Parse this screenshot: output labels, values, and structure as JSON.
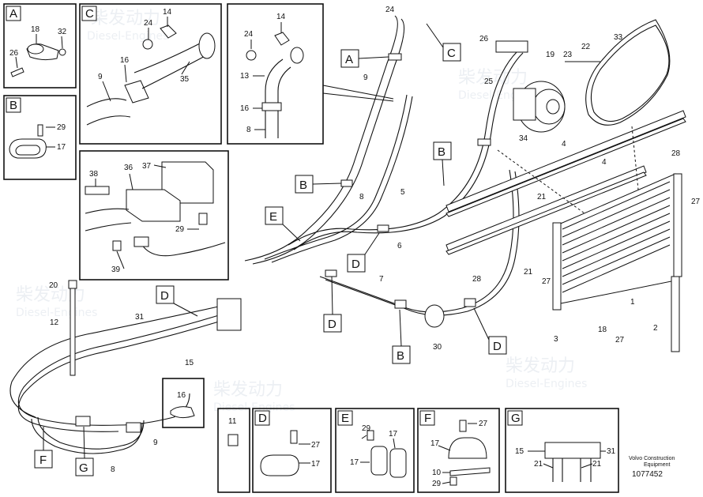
{
  "callouts": {
    "inset_a": "A",
    "inset_b": "B",
    "inset_c": "C",
    "inset_d": "D",
    "inset_e": "E",
    "inset_f": "F",
    "inset_g": "G",
    "main_a": "A",
    "main_c": "C",
    "main_b1": "B",
    "main_b2": "B",
    "main_b3": "B",
    "main_e": "E",
    "main_d1": "D",
    "main_d2": "D",
    "main_d3": "D",
    "main_d4": "D",
    "main_f": "F",
    "main_g": "G"
  },
  "part_numbers": {
    "a18": "18",
    "a32": "32",
    "a26": "26",
    "b29": "29",
    "b17": "17",
    "c14": "14",
    "c24": "24",
    "c16": "16",
    "c9": "9",
    "c35": "35",
    "x14": "14",
    "x24": "24",
    "x13": "13",
    "x16": "16",
    "x8": "8",
    "v37": "37",
    "v38": "38",
    "v36": "36",
    "v29": "29",
    "v39": "39",
    "m24": "24",
    "m9": "9",
    "m26": "26",
    "m25": "25",
    "m19": "19",
    "m23": "23",
    "m22": "22",
    "m33": "33",
    "m34": "34",
    "m28a": "28",
    "m4a": "4",
    "m4b": "4",
    "m21a": "21",
    "m8": "8",
    "m5": "5",
    "m6": "6",
    "m27a": "27",
    "m28b": "28",
    "m21b": "21",
    "m27b": "27",
    "m7": "7",
    "m1": "1",
    "m18": "18",
    "m27c": "27",
    "m3": "3",
    "m2": "2",
    "m30": "30",
    "m20": "20",
    "m12": "12",
    "m31": "31",
    "m15": "15",
    "m16": "16",
    "m9b": "9",
    "m8b": "8",
    "d11": "11",
    "d27": "27",
    "d17": "17",
    "e29": "29",
    "e17a": "17",
    "e17b": "17",
    "f27": "27",
    "f17": "17",
    "f10": "10",
    "f29": "29",
    "g15": "15",
    "g31": "31",
    "g21a": "21",
    "g21b": "21"
  },
  "footer": {
    "line1": "Volvo Construction",
    "line2": "Equipment",
    "doc_id": "1077452"
  },
  "watermark": {
    "cn": "柴发动力",
    "en": "Diesel-Engines"
  }
}
